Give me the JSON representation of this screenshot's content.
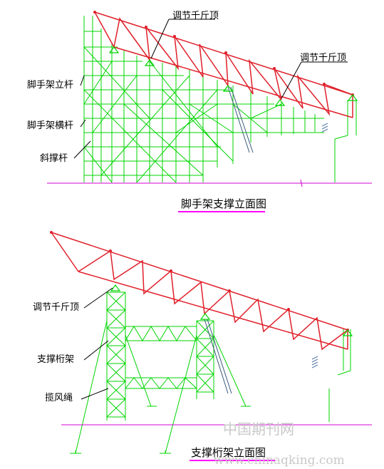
{
  "top_diagram": {
    "labels": {
      "jack_1": "调节千斤顶",
      "jack_2": "调节千斤顶",
      "pole": "脚手架立杆",
      "crossbar": "脚手架横杆",
      "brace": "斜撑杆"
    },
    "caption": "脚手架支撑立面图"
  },
  "bottom_diagram": {
    "labels": {
      "jack": "调节千斤顶",
      "truss": "支撑桁架",
      "guy_rope": "揽风绳"
    },
    "caption": "支撑桁架立面图"
  },
  "watermark": {
    "cn": "中国期刊网",
    "url": "www.chinaqking.com"
  },
  "colors": {
    "truss": "#e0202a",
    "scaffold": "#00d400",
    "ground": "#d400d4",
    "caption_underline": "#ff00ff",
    "leader": "#000000"
  }
}
